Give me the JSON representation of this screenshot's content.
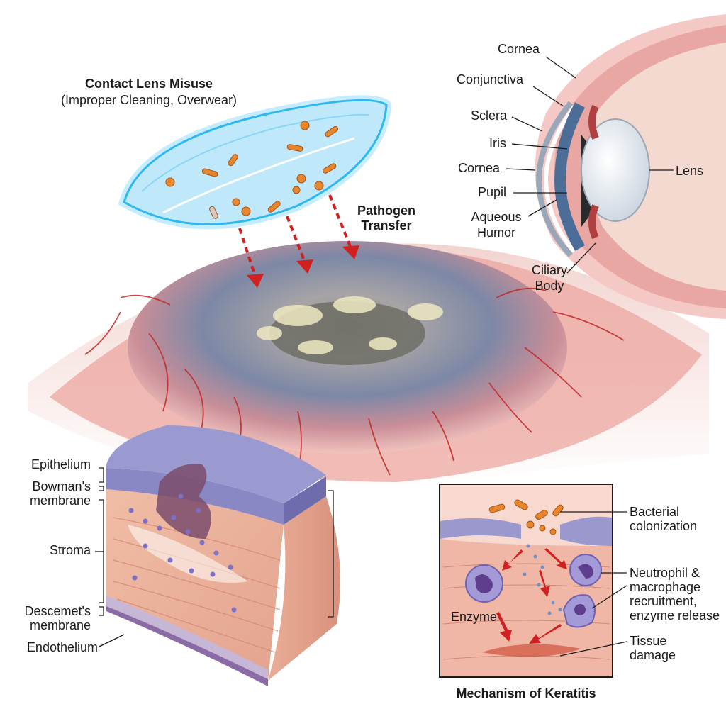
{
  "lens": {
    "title": "Contact Lens Misuse",
    "subtitle": "(Improper Cleaning, Overwear)"
  },
  "transfer_label": [
    "Pathogen",
    "Transfer"
  ],
  "eye_anatomy": {
    "cornea_top": "Cornea",
    "conjunctiva": "Conjunctiva",
    "sclera": "Sclera",
    "iris": "Iris",
    "cornea": "Cornea",
    "lens": "Lens",
    "pupil": "Pupil",
    "aqueous_humor": [
      "Aqueous",
      "Humor"
    ],
    "ciliary_body": [
      "Ciliary",
      "Body"
    ]
  },
  "cross_section": {
    "epithelium": "Epithelium",
    "bowmans": [
      "Bowman's",
      "membrane"
    ],
    "stroma": "Stroma",
    "descemets": [
      "Descemet's",
      "membrane"
    ],
    "endothelium": "Endothelium"
  },
  "mechanism": {
    "title": "Mechanism of Keratitis",
    "bacterial": [
      "Bacterial",
      "colonization"
    ],
    "neutrophil": [
      "Neutrophil &",
      "macrophage",
      "recruitment,",
      "enzyme release"
    ],
    "enzyme": "Enzyme",
    "tissue": [
      "Tissue",
      "damage"
    ]
  },
  "colors": {
    "lens_glow": "#2fb8f0",
    "arrow_red": "#d02020",
    "inflamed_red": "#e58a86",
    "iris_blue": "#7b8aa8",
    "epithelium_purple": "#8a88c4",
    "stroma_pink": "#eab29a",
    "neutrophil_purple": "#a59ad8"
  }
}
